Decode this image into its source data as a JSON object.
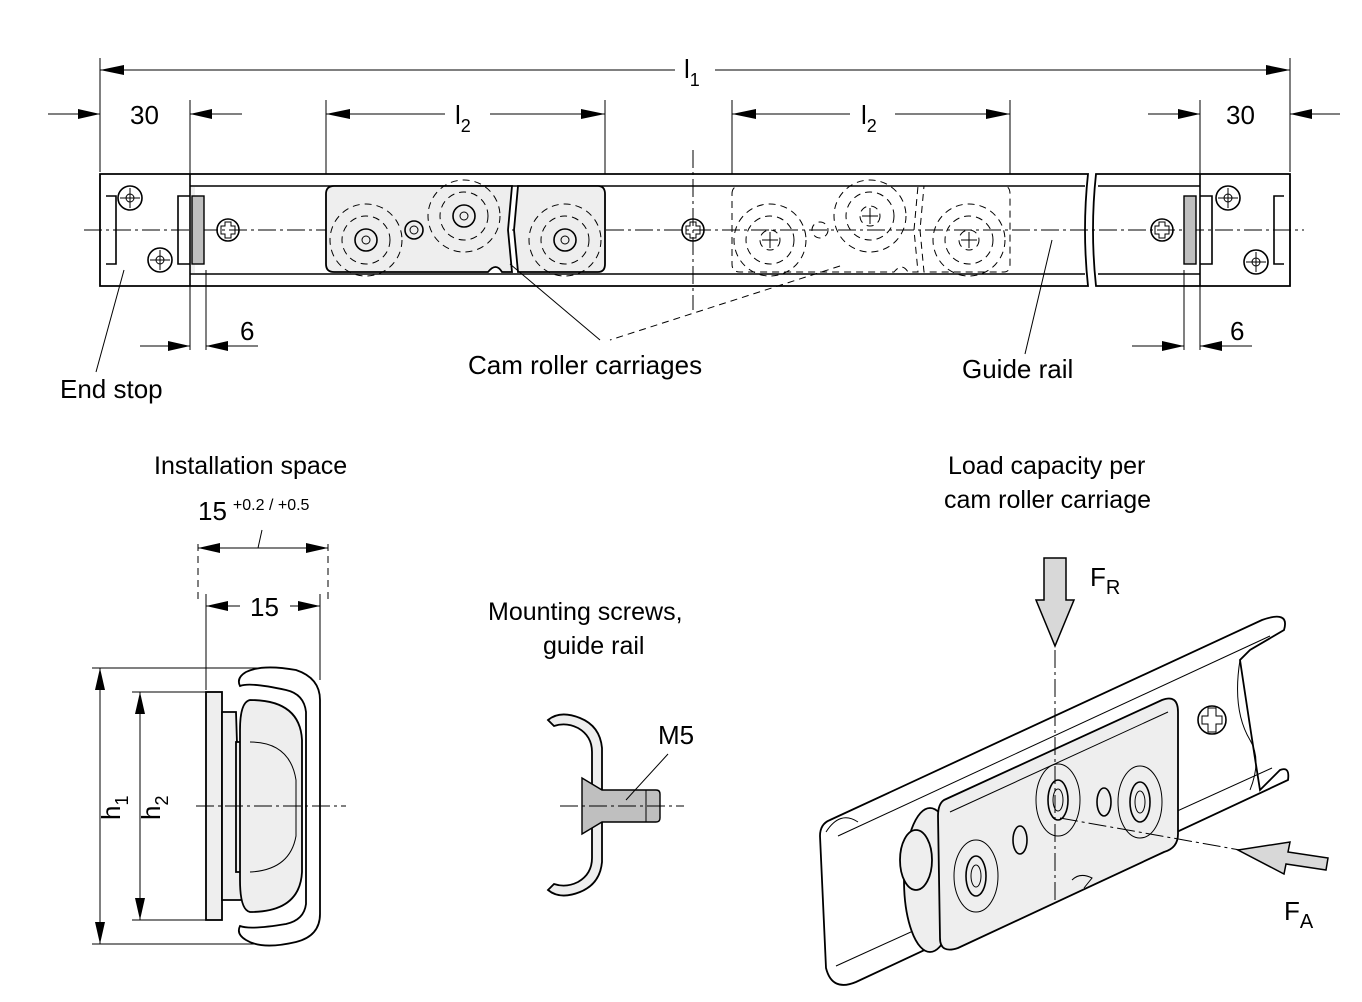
{
  "top_view": {
    "l1": "l",
    "l1_sub": "1",
    "l2_left": "l",
    "l2_left_sub": "2",
    "l2_right": "l",
    "l2_right_sub": "2",
    "dim_30_left": "30",
    "dim_30_right": "30",
    "dim_6_left": "6",
    "dim_6_right": "6",
    "end_stop_label": "End stop",
    "carriages_label": "Cam roller carriages",
    "guide_rail_label": "Guide rail"
  },
  "section_view": {
    "title": "Installation space",
    "width_tol_value": "15",
    "width_tol_sup": "+0.2 / +0.5",
    "width_15": "15",
    "h1": "h",
    "h1_sub": "1",
    "h2": "h",
    "h2_sub": "2"
  },
  "screw_view": {
    "title_line1": "Mounting screws,",
    "title_line2": "guide rail",
    "thread": "M5"
  },
  "load_view": {
    "title_line1": "Load capacity per",
    "title_line2": "cam roller carriage",
    "fr": "F",
    "fr_sub": "R",
    "fa": "F",
    "fa_sub": "A"
  }
}
